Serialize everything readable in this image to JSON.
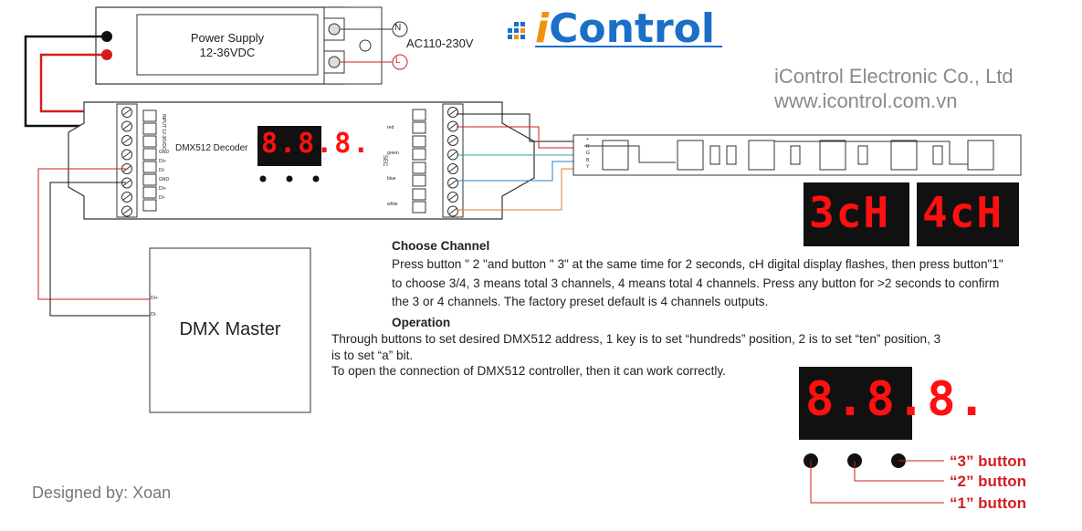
{
  "brand": {
    "name": "Control",
    "prefix": "i"
  },
  "company": {
    "name": "iControl Electronic Co., Ltd",
    "website": "www.icontrol.com.vn"
  },
  "power_supply": {
    "title": "Power Supply",
    "voltage": "12-36VDC",
    "ac_label": "AC110-230V",
    "n_symbol": "N",
    "l_symbol": "L"
  },
  "decoder": {
    "label": "DMX512 Decoder",
    "display": "8.8.8.",
    "input_label": "INPUT 12-36VDC",
    "dmx_pins": [
      "GND",
      "DI+",
      "DI-",
      "GND",
      "DI+",
      "DI-"
    ],
    "channel_labels": [
      "red",
      "green",
      "blue",
      "white"
    ],
    "sec_label": "SEC"
  },
  "strip": {
    "pins": [
      "+",
      "R",
      "G",
      "B",
      "Y"
    ]
  },
  "displays": {
    "ch3": "3cH",
    "ch4": "4cH",
    "buttons_display": "8.8.8."
  },
  "master": {
    "label": "DMX Master",
    "pins": [
      "DI+",
      "DI-"
    ]
  },
  "choose_channel": {
    "heading": "Choose Channel",
    "lines": [
      "Press button \" 2 \"and button \" 3\" at the same time for 2 seconds, cH digital display flashes, then press button\"1\"",
      "to choose 3/4, 3 means total 3 channels, 4 means total 4 channels. Press any button for >2 seconds to confirm",
      "the 3 or 4 channels. The factory preset default is 4 channels outputs."
    ]
  },
  "operation": {
    "heading": "Operation",
    "lines": [
      "Through buttons to set desired DMX512 address, 1 key is to set “hundreds” position, 2 is to set “ten” position, 3",
      "is to set “a” bit.",
      "To open the connection of DMX512 controller, then it can work correctly."
    ]
  },
  "buttons": {
    "b3": "“3” button",
    "b2": "“2” button",
    "b1": "“1” button"
  },
  "designed_by": "Designed by: Xoan",
  "colors": {
    "red_wire": "#d21d1d",
    "black_wire": "#111111",
    "green_wire": "#2aa59a",
    "blue_wire": "#2b7fc8",
    "orange_wire": "#e07a2a",
    "brand_blue": "#1a6fc8",
    "brand_orange": "#f29111",
    "segment_red": "#ff1010"
  }
}
